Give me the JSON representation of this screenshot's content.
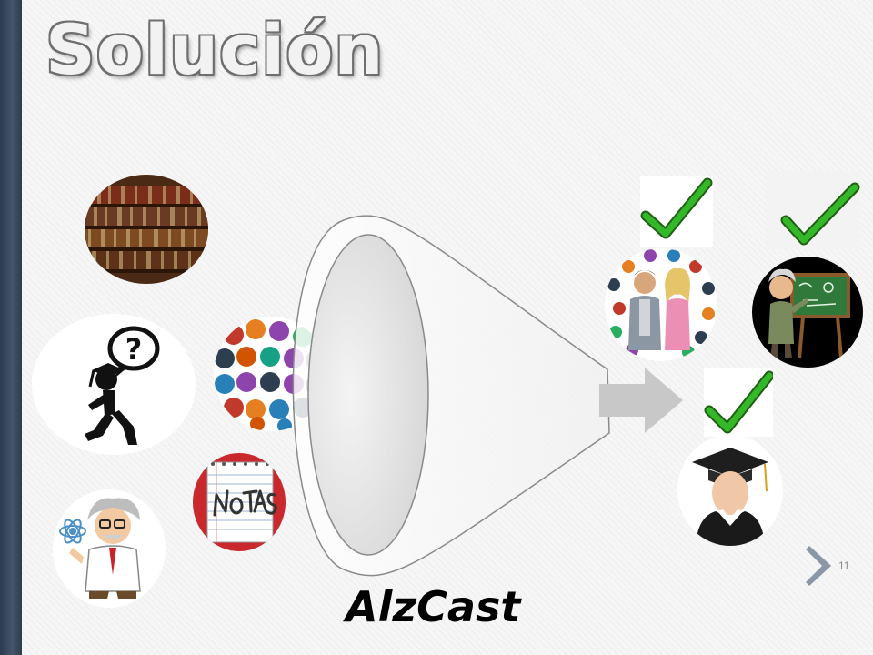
{
  "slide": {
    "title": "Solución",
    "caption": "AlzCast",
    "page_number": "11"
  },
  "images": {
    "bookshelf": "bookshelf-photo",
    "confused_student": "confused-student-icon",
    "scientist": "scientist-icon",
    "subjects": "subjects-icons-collage",
    "notes": "notas-notebook",
    "people": "people-collage",
    "teacher": "teacher-at-chalkboard",
    "graduate": "graduate-avatar-icon"
  },
  "colors": {
    "accent_bar": "#3a4a5c",
    "check": "#35b72a",
    "arrow": "#c8c8c8"
  }
}
